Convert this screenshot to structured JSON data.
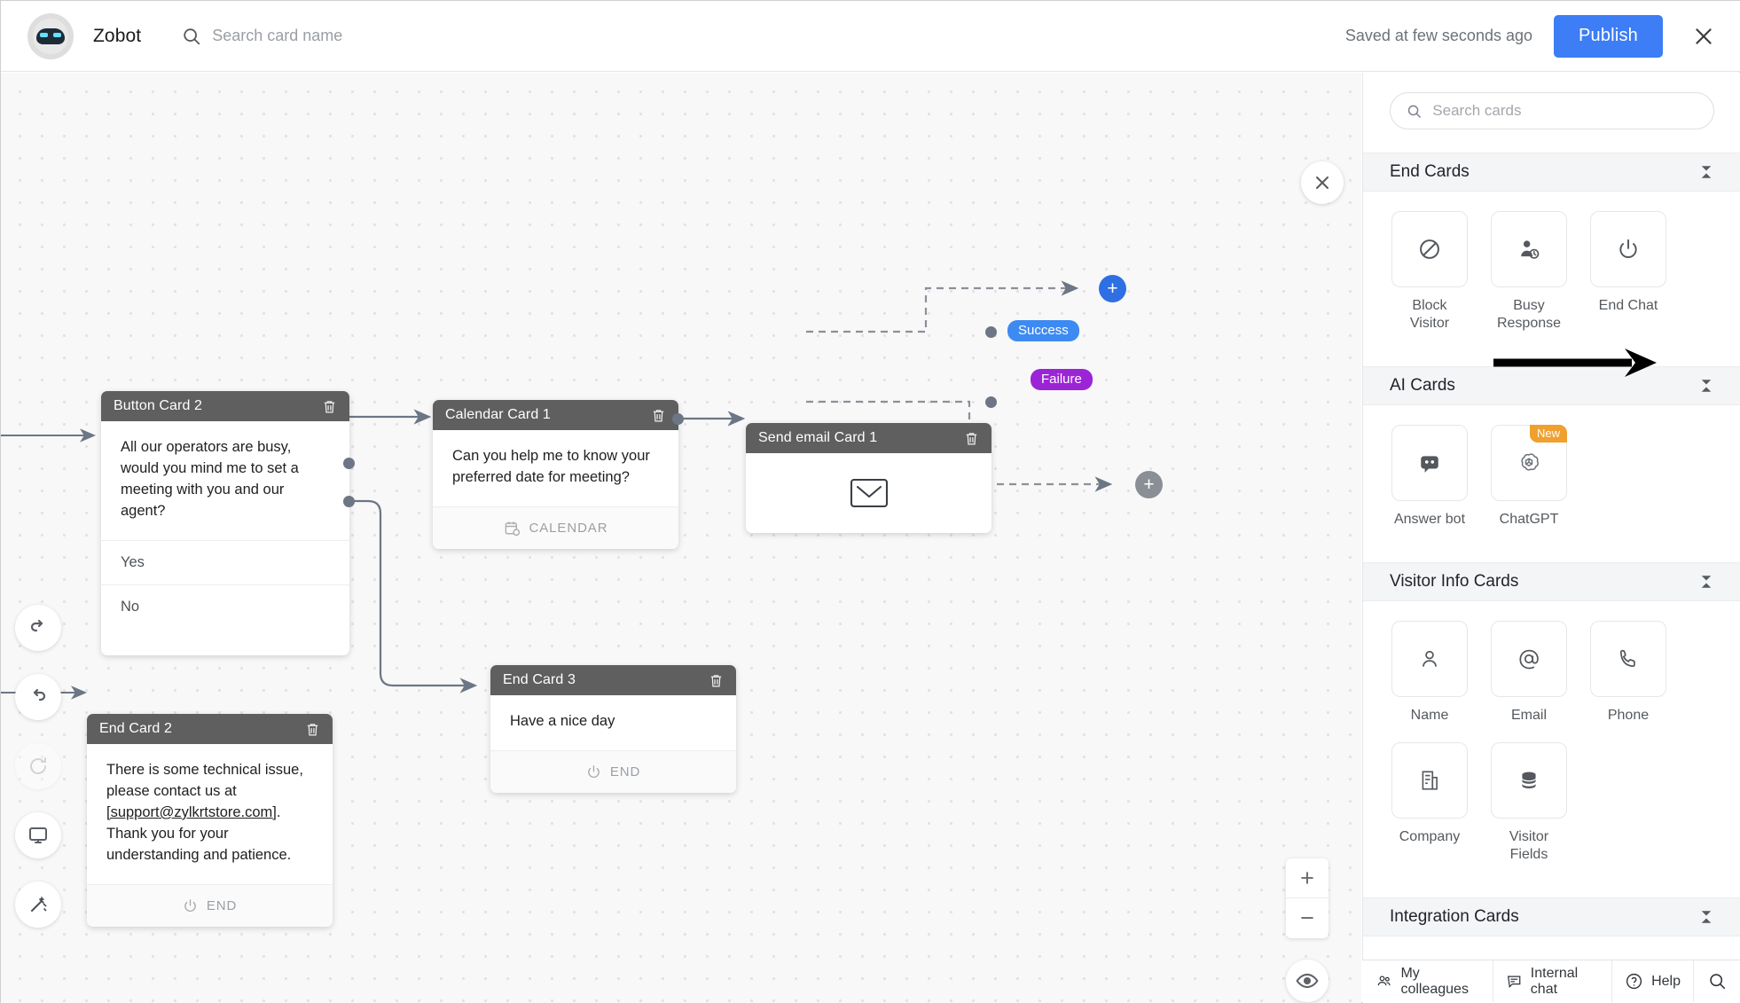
{
  "header": {
    "app_title": "Zobot",
    "search_placeholder": "Search card name",
    "saved_text": "Saved at few seconds ago",
    "publish_label": "Publish"
  },
  "canvas": {
    "cards": [
      {
        "id": "button-card-2",
        "title": "Button Card 2",
        "message": "All our operators are busy, would you mind me to set a meeting with you and our agent?",
        "options": [
          "Yes",
          "No"
        ]
      },
      {
        "id": "calendar-card-1",
        "title": "Calendar Card 1",
        "message": "Can you help me to know your preferred date for meeting?",
        "footer": "CALENDAR"
      },
      {
        "id": "send-email-card-1",
        "title": "Send email Card 1"
      },
      {
        "id": "end-card-3",
        "title": "End Card 3",
        "message": "Have a nice day",
        "footer": "END"
      },
      {
        "id": "end-card-2",
        "title": "End Card 2",
        "message_1": "There is some technical issue, please contact us at ",
        "message_link": "[support@zylkrtstore.com]",
        "message_2": ". Thank you for your understanding and patience.",
        "footer": "END"
      }
    ],
    "badges": {
      "success": "Success",
      "failure": "Failure"
    },
    "zoom_in": "+",
    "zoom_out": "−",
    "left_tools": [
      "undo-icon",
      "redo-icon",
      "refresh-icon",
      "preview-monitor-icon",
      "magic-wand-icon"
    ]
  },
  "panel": {
    "search_placeholder": "Search cards",
    "sections": [
      {
        "title": "End Cards",
        "cards": [
          {
            "label": "Block\nVisitor",
            "icon": "block-icon"
          },
          {
            "label": "Busy\nResponse",
            "icon": "busy-person-clock-icon"
          },
          {
            "label": "End Chat",
            "icon": "power-icon"
          }
        ]
      },
      {
        "title": "AI Cards",
        "cards": [
          {
            "label": "Answer bot",
            "icon": "answer-bot-icon"
          },
          {
            "label": "ChatGPT",
            "icon": "chatgpt-icon",
            "flag": "New"
          }
        ]
      },
      {
        "title": "Visitor Info Cards",
        "cards": [
          {
            "label": "Name",
            "icon": "person-icon"
          },
          {
            "label": "Email",
            "icon": "at-sign-icon"
          },
          {
            "label": "Phone",
            "icon": "phone-icon"
          },
          {
            "label": "Company",
            "icon": "building-icon"
          },
          {
            "label": "Visitor\nFields",
            "icon": "database-icon"
          }
        ]
      },
      {
        "title": "Integration Cards",
        "cards": []
      }
    ]
  },
  "footer": {
    "items": [
      {
        "label": "My colleagues",
        "icon": "colleagues-icon"
      },
      {
        "label": "Internal chat",
        "icon": "chat-bubble-icon"
      },
      {
        "label": "Help",
        "icon": "help-circle-icon"
      }
    ],
    "search_icon": "search-icon"
  },
  "colors": {
    "accent": "#3d7df5",
    "success": "#3d8bf2",
    "failure": "#9b25d6",
    "new_flag": "#f0a02e",
    "card_header": "#5f5f5f"
  }
}
